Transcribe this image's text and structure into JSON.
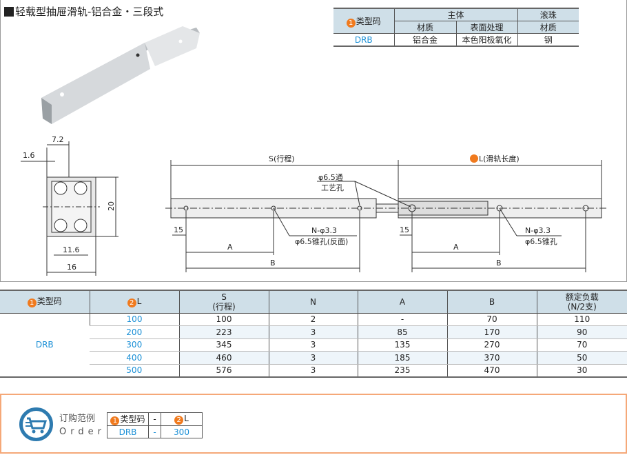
{
  "title": "轻载型抽屉滑轨-铝合金・三段式",
  "colors": {
    "accent_orange": "#f07a1e",
    "code_blue": "#1a8fd6",
    "header_bg": "#cfdfe8",
    "order_border": "#f5a878"
  },
  "spec_table": {
    "type_code_label": "类型码",
    "main_body": "主体",
    "ball": "滚珠",
    "material": "材质",
    "surface": "表面处理",
    "ball_material": "材质",
    "row": {
      "code": "DRB",
      "material": "铝合金",
      "surface": "本色阳极氧化",
      "ball_material": "钢"
    }
  },
  "drawing": {
    "dim_7_2": "7.2",
    "dim_1_6": "1.6",
    "dim_20": "20",
    "dim_11_6": "11.6",
    "dim_16": "16",
    "stroke_label": "S(行程)",
    "length_label": "L(滑轨长度)",
    "hole_through_1": "φ6.5通",
    "hole_through_2": "工艺孔",
    "left_15": "15",
    "right_15": "15",
    "A": "A",
    "B": "B",
    "left_hole_1": "N-φ3.3",
    "left_hole_2": "φ6.5锥孔(反面)",
    "right_hole_1": "N-φ3.3",
    "right_hole_2": "φ6.5锥孔"
  },
  "main_table": {
    "headers": {
      "type_code": "类型码",
      "L": "L",
      "S1": "S",
      "S2": "(行程)",
      "N": "N",
      "A": "A",
      "B": "B",
      "load1": "额定负载",
      "load2": "(N/2支)"
    },
    "type_code": "DRB",
    "rows": [
      {
        "L": "100",
        "S": "100",
        "N": "2",
        "A": "-",
        "B": "70",
        "load": "110"
      },
      {
        "L": "200",
        "S": "223",
        "N": "3",
        "A": "85",
        "B": "170",
        "load": "90"
      },
      {
        "L": "300",
        "S": "345",
        "N": "3",
        "A": "135",
        "B": "270",
        "load": "70"
      },
      {
        "L": "400",
        "S": "460",
        "N": "3",
        "A": "185",
        "B": "370",
        "load": "50"
      },
      {
        "L": "500",
        "S": "576",
        "N": "3",
        "A": "235",
        "B": "470",
        "load": "30"
      }
    ]
  },
  "order": {
    "label_cn": "订购范例",
    "label_en": "Order",
    "h_type": "类型码",
    "h_dash": "-",
    "h_L": "L",
    "v_type": "DRB",
    "v_dash": "-",
    "v_L": "300",
    "icon": "cart-icon"
  }
}
